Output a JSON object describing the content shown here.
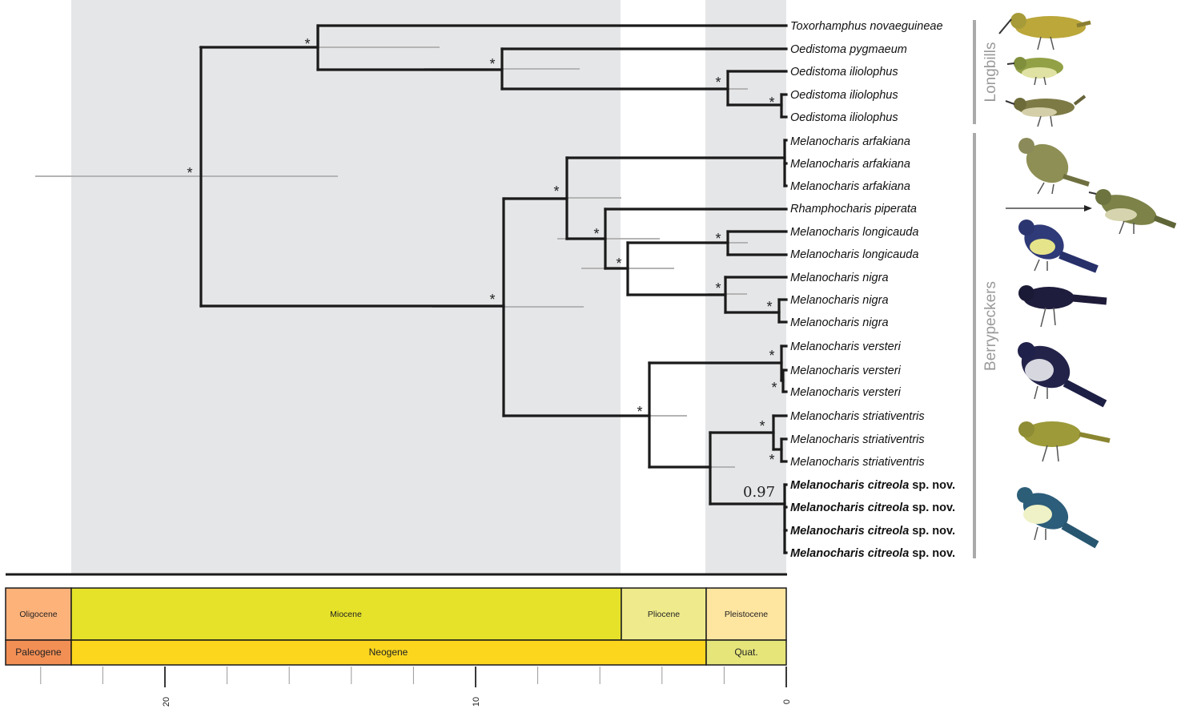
{
  "tree": {
    "tips": [
      {
        "label": "Toxorhamphus novaeguineae",
        "bold": false
      },
      {
        "label": "Oedistoma pygmaeum",
        "bold": false
      },
      {
        "label": "Oedistoma iliolophus",
        "bold": false
      },
      {
        "label": "Oedistoma iliolophus",
        "bold": false
      },
      {
        "label": "Oedistoma iliolophus",
        "bold": false
      },
      {
        "label": "Melanocharis arfakiana",
        "bold": false
      },
      {
        "label": "Melanocharis arfakiana",
        "bold": false
      },
      {
        "label": "Melanocharis arfakiana",
        "bold": false
      },
      {
        "label": "Rhamphocharis piperata",
        "bold": false
      },
      {
        "label": "Melanocharis longicauda",
        "bold": false
      },
      {
        "label": "Melanocharis longicauda",
        "bold": false
      },
      {
        "label": "Melanocharis nigra",
        "bold": false
      },
      {
        "label": "Melanocharis nigra",
        "bold": false
      },
      {
        "label": "Melanocharis nigra",
        "bold": false
      },
      {
        "label": "Melanocharis versteri",
        "bold": false
      },
      {
        "label": "Melanocharis versteri",
        "bold": false
      },
      {
        "label": "Melanocharis versteri",
        "bold": false
      },
      {
        "label": "Melanocharis striativentris",
        "bold": false
      },
      {
        "label": "Melanocharis striativentris",
        "bold": false
      },
      {
        "label": "Melanocharis striativentris",
        "bold": false
      },
      {
        "label": "Melanocharis citreola",
        "bold": true,
        "suffix": " sp. nov."
      },
      {
        "label": "Melanocharis citreola",
        "bold": true,
        "suffix": " sp. nov."
      },
      {
        "label": "Melanocharis citreola",
        "bold": true,
        "suffix": " sp. nov."
      },
      {
        "label": "Melanocharis citreola",
        "bold": true,
        "suffix": " sp. nov."
      }
    ],
    "support_star": "*",
    "support_value": "0.97"
  },
  "groups": [
    {
      "name": "Longbills"
    },
    {
      "name": "Berrypeckers"
    }
  ],
  "timescale": {
    "epochs": [
      "Oligocene",
      "Miocene",
      "Pliocene",
      "Pleistocene"
    ],
    "periods": [
      "Paleogene",
      "Neogene",
      "Quat."
    ],
    "ticks": [
      "20",
      "10",
      "0"
    ],
    "colors": {
      "oligocene": "#fdb27a",
      "paleogene": "#f28f55",
      "miocene": "#e6e22a",
      "neogene": "#fbd61d",
      "pliocene": "#efeb8c",
      "pleistocene": "#fee5a0",
      "quaternary": "#e5e57a",
      "shade": "#e5e6e8"
    }
  },
  "illustrations": [
    "longbill-yellow",
    "longbill-green",
    "longbill-olive",
    "arfakiana",
    "arfakiana-adult",
    "longicauda",
    "nigra",
    "versteri",
    "striativentris",
    "citreola"
  ]
}
